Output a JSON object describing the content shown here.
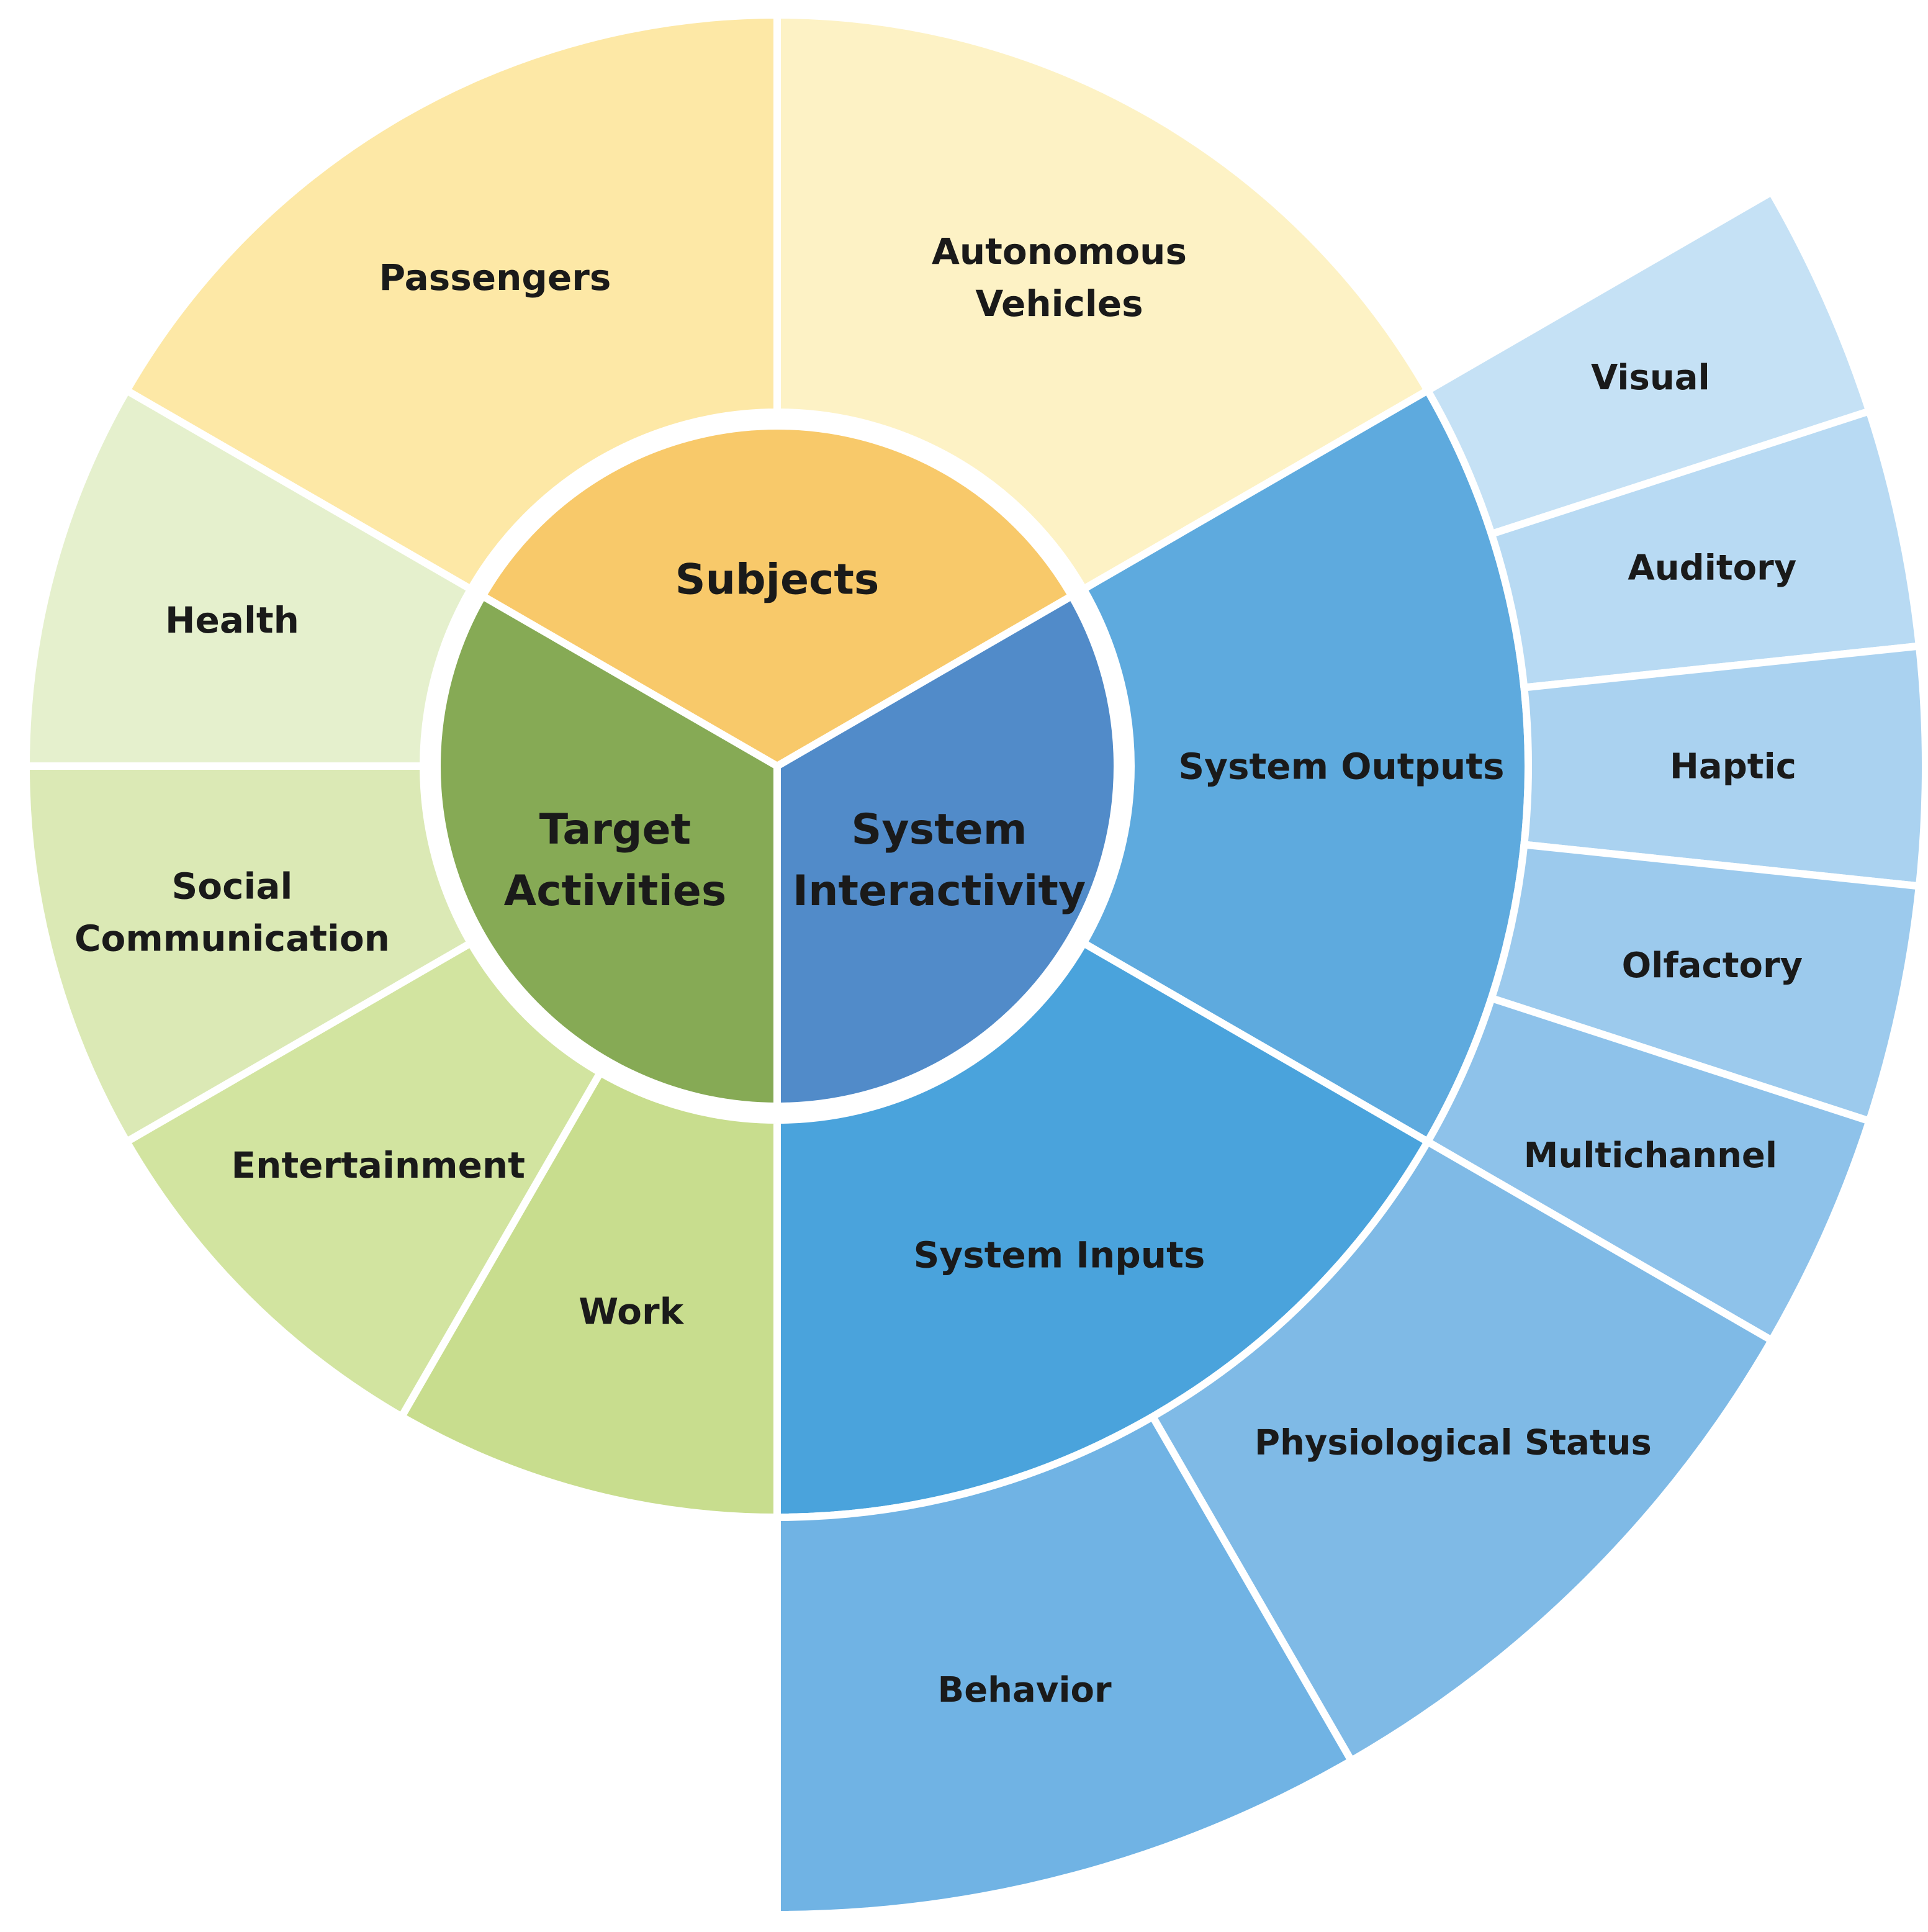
{
  "chart_data": {
    "type": "sunburst",
    "colors": {
      "separator": "#ffffff",
      "text": "#1a1a1a"
    },
    "categories": [
      {
        "label": "Subjects",
        "color": "#f8c96a",
        "children": [
          {
            "label": "Passengers",
            "color": "#fde8a6",
            "children": []
          },
          {
            "label": "Autonomous Vehicles",
            "color": "#fdf2c5",
            "children": []
          }
        ]
      },
      {
        "label": "System Interactivity",
        "color": "#518bc9",
        "children": [
          {
            "label": "System Outputs",
            "color": "#5eaade",
            "children": [
              {
                "label": "Visual",
                "color": "#c5e1f5"
              },
              {
                "label": "Auditory",
                "color": "#b8daf3"
              },
              {
                "label": "Haptic",
                "color": "#aad2f0"
              },
              {
                "label": "Olfactory",
                "color": "#9ccaed"
              },
              {
                "label": "Multichannel",
                "color": "#8ec2ea"
              }
            ]
          },
          {
            "label": "System Inputs",
            "color": "#4aa3dc",
            "children": [
              {
                "label": "Physiological Status",
                "color": "#7fbae6"
              },
              {
                "label": "Behavior",
                "color": "#70b3e4"
              }
            ]
          }
        ]
      },
      {
        "label": "Target Activities",
        "color": "#86aa55",
        "children": [
          {
            "label": "Work",
            "color": "#c8dd8e",
            "children": []
          },
          {
            "label": "Entertainment",
            "color": "#d2e4a0",
            "children": []
          },
          {
            "label": "Social Communication",
            "color": "#dbe9b5",
            "children": []
          },
          {
            "label": "Health",
            "color": "#e5f0cd",
            "children": []
          }
        ]
      }
    ]
  }
}
